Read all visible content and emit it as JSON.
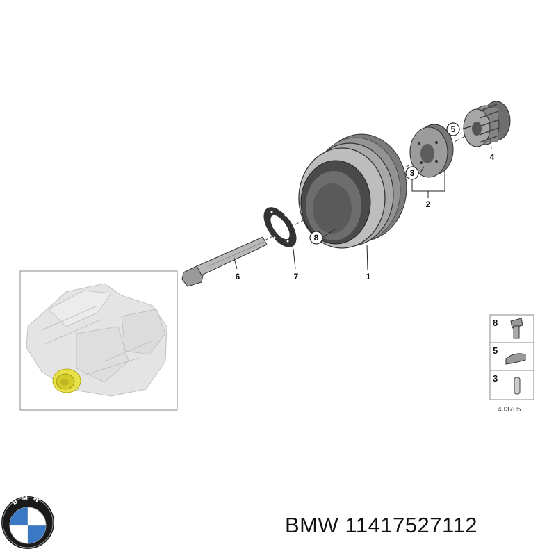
{
  "diagram": {
    "callouts": [
      "1",
      "2",
      "3",
      "4",
      "5",
      "6",
      "7",
      "8"
    ],
    "legend": [
      "8",
      "5",
      "3"
    ],
    "reference_number": "433705"
  },
  "brand": {
    "logo_text": "BMW",
    "logo_colors": {
      "blue": "#3a78c4",
      "ring": "#1a1a1a",
      "white": "#ffffff"
    }
  },
  "caption": {
    "brand": "BMW",
    "part_number": "11417527112"
  },
  "colors": {
    "highlight_part": "#e8e24a",
    "part_gray": "#8a8a8a"
  }
}
